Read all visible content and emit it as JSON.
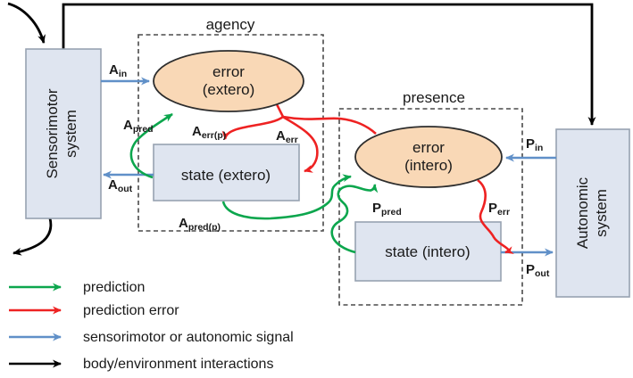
{
  "diagram": {
    "systems": {
      "sensorimotor": {
        "line1": "Sensorimotor",
        "line2": "system"
      },
      "autonomic": {
        "line1": "Autonomic",
        "line2": "system"
      }
    },
    "regions": {
      "agency": "agency",
      "presence": "presence"
    },
    "nodes": {
      "error_extero": {
        "line1": "error",
        "line2": "(extero)"
      },
      "state_extero": {
        "label": "state (extero)"
      },
      "error_intero": {
        "line1": "error",
        "line2": "(intero)"
      },
      "state_intero": {
        "label": "state (intero)"
      }
    },
    "signals": {
      "ain": {
        "main": "A",
        "sub": "in"
      },
      "apred": {
        "main": "A",
        "sub": "pred"
      },
      "aerr_p": {
        "main": "A",
        "sub": "err(p)"
      },
      "aerr": {
        "main": "A",
        "sub": "err"
      },
      "aout": {
        "main": "A",
        "sub": "out"
      },
      "apred_p": {
        "main": "A",
        "sub": "pred(p)"
      },
      "pin": {
        "main": "P",
        "sub": "in"
      },
      "ppred": {
        "main": "P",
        "sub": "pred"
      },
      "perr": {
        "main": "P",
        "sub": "err"
      },
      "pout": {
        "main": "P",
        "sub": "out"
      }
    }
  },
  "legend": {
    "items": [
      {
        "label": "prediction",
        "color": "#0ca64d"
      },
      {
        "label": "prediction error",
        "color": "#ee2222"
      },
      {
        "label": "sensorimotor or autonomic signal",
        "color": "#6090c8"
      },
      {
        "label": "body/environment interactions",
        "color": "#000000"
      }
    ]
  }
}
